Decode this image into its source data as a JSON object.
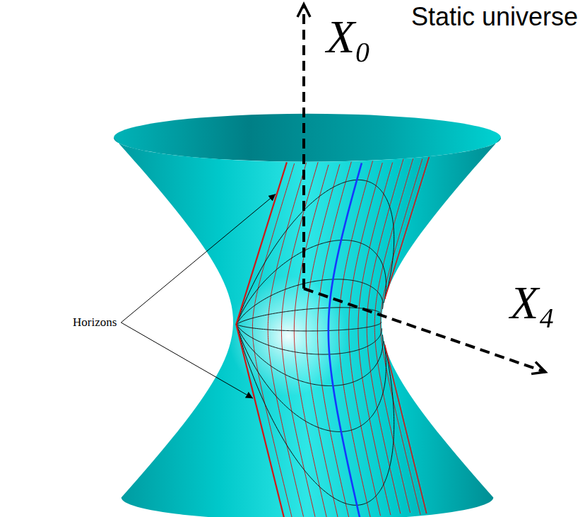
{
  "diagram": {
    "title": "Static universe",
    "labels": [
      "X₀",
      "X₄",
      "Horizons"
    ]
  }
}
